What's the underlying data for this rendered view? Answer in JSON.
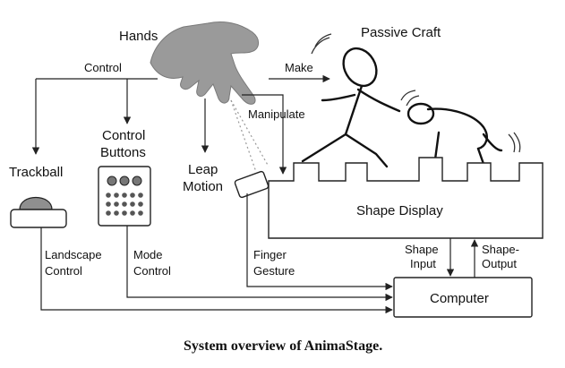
{
  "diagram": {
    "nodes": {
      "hands": "Hands",
      "passive_craft": "Passive Craft",
      "trackball": "Trackball",
      "control_buttons_1": "Control",
      "control_buttons_2": "Buttons",
      "leap_motion_1": "Leap",
      "leap_motion_2": "Motion",
      "shape_display": "Shape Display",
      "computer": "Computer"
    },
    "edges": {
      "control": "Control",
      "make": "Make",
      "manipulate": "Manipulate",
      "landscape_control_1": "Landscape",
      "landscape_control_2": "Control",
      "mode_control_1": "Mode",
      "mode_control_2": "Control",
      "finger_gesture_1": "Finger",
      "finger_gesture_2": "Gesture",
      "shape_input_1": "Shape",
      "shape_input_2": "Input",
      "shape_output_1": "Shape-",
      "shape_output_2": "Output"
    },
    "caption": "System overview of AnimaStage.",
    "colors": {
      "hand": "#9a9a9a",
      "trackball_dome": "#8f8f8f",
      "lines": "#222222"
    }
  }
}
